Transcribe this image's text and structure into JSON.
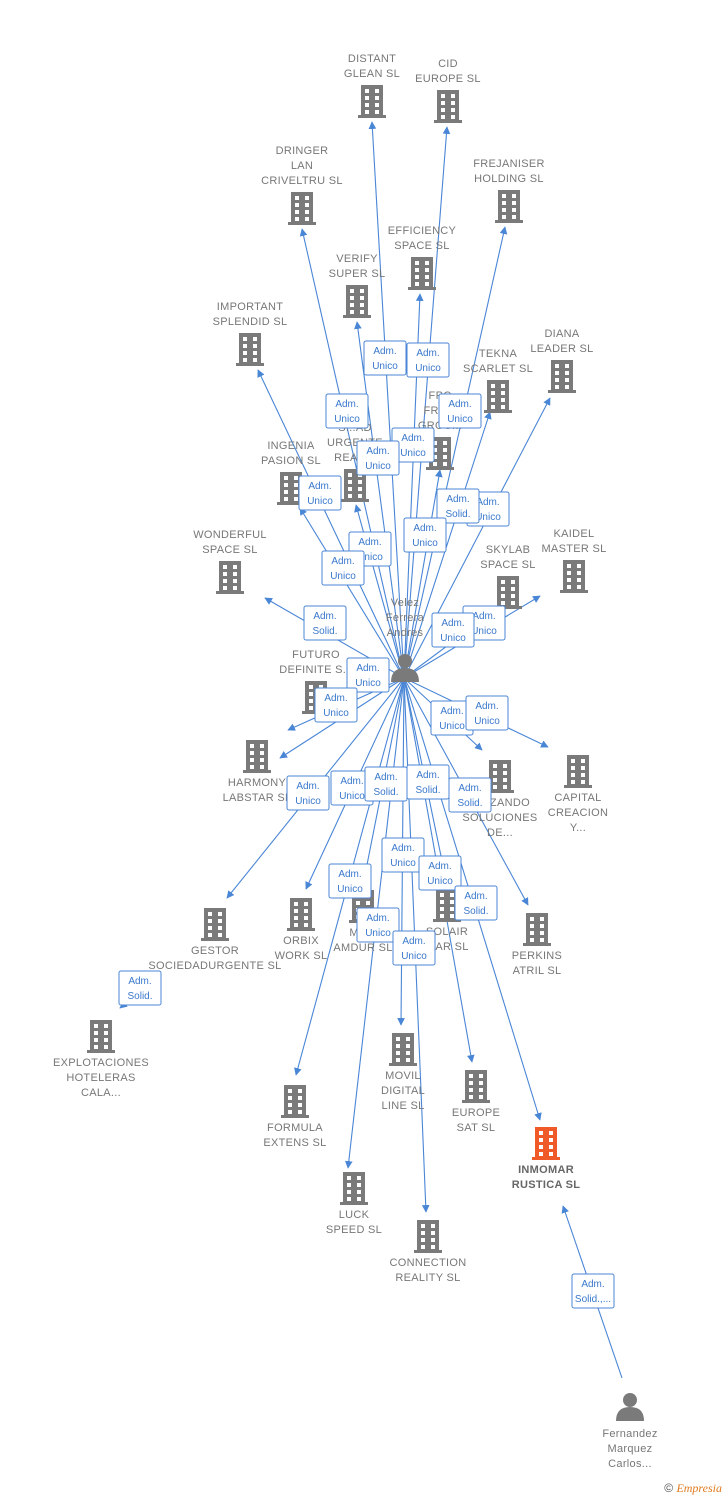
{
  "colors": {
    "edge": "#4a86d6",
    "building": "#7a7a7a",
    "focus_building": "#f05a28",
    "person": "#7a7a7a"
  },
  "footer": {
    "copyright": "©",
    "brand": "Empresia"
  },
  "persons": [
    {
      "id": "velez",
      "label": [
        "Velez",
        "Ferrera",
        "Andres"
      ]
    },
    {
      "id": "fernandez",
      "label": [
        "Fernandez",
        "Marquez",
        "Carlos..."
      ]
    }
  ],
  "companies": [
    {
      "id": "distant",
      "label": [
        "DISTANT",
        "GLEAN SL"
      ]
    },
    {
      "id": "cid",
      "label": [
        "CID",
        "EUROPE SL"
      ]
    },
    {
      "id": "dringer",
      "label": [
        "DRINGER",
        "LAN",
        "CRIVELTRU SL"
      ]
    },
    {
      "id": "frejaniser",
      "label": [
        "FREJANISER",
        "HOLDING SL"
      ]
    },
    {
      "id": "efficiency",
      "label": [
        "EFFICIENCY",
        "SPACE SL"
      ]
    },
    {
      "id": "verify",
      "label": [
        "VERIFY",
        "SUPER SL"
      ]
    },
    {
      "id": "important",
      "label": [
        "IMPORTANT",
        "SPLENDID SL"
      ]
    },
    {
      "id": "diana",
      "label": [
        "DIANA",
        "LEADER SL"
      ]
    },
    {
      "id": "tekna",
      "label": [
        "TEKNA",
        "SCARLET SL"
      ]
    },
    {
      "id": "fpc",
      "label": [
        "FPC",
        "FRE...",
        "GROU..."
      ]
    },
    {
      "id": "sad",
      "label": [
        "S...AD",
        "URGENTE",
        "READ..."
      ]
    },
    {
      "id": "ingenia",
      "label": [
        "INGENIA",
        "PASION SL"
      ]
    },
    {
      "id": "wonderful",
      "label": [
        "WONDERFUL",
        "SPACE SL"
      ]
    },
    {
      "id": "kaidel",
      "label": [
        "KAIDEL",
        "MASTER SL"
      ]
    },
    {
      "id": "skylab",
      "label": [
        "SKYLAB",
        "SPACE SL"
      ]
    },
    {
      "id": "futuro",
      "label": [
        "FUTURO",
        "DEFINITE S..."
      ]
    },
    {
      "id": "harmony",
      "label": [
        "HARMONY",
        "LABSTAR SL"
      ]
    },
    {
      "id": "lizando",
      "label": [
        "...LIZANDO",
        "SOLUCIONES",
        "DE..."
      ]
    },
    {
      "id": "capital",
      "label": [
        "CAPITAL",
        "CREACION",
        "Y..."
      ]
    },
    {
      "id": "gestor",
      "label": [
        "GESTOR",
        "SOCIEDADURGENTE SL"
      ]
    },
    {
      "id": "orbix",
      "label": [
        "ORBIX",
        "WORK SL"
      ]
    },
    {
      "id": "mar",
      "label": [
        "MA...",
        "AMDUR SL"
      ]
    },
    {
      "id": "solair",
      "label": [
        "SOLAIR",
        "...AR SL"
      ]
    },
    {
      "id": "perkins",
      "label": [
        "PERKINS",
        "ATRIL SL"
      ]
    },
    {
      "id": "explotaciones",
      "label": [
        "EXPLOTACIONES",
        "HOTELERAS",
        "CALA..."
      ]
    },
    {
      "id": "movil",
      "label": [
        "MOVIL",
        "DIGITAL",
        "LINE SL"
      ]
    },
    {
      "id": "europesat",
      "label": [
        "EUROPE",
        "SAT SL"
      ]
    },
    {
      "id": "formula",
      "label": [
        "FORMULA",
        "EXTENS SL"
      ]
    },
    {
      "id": "inmomar",
      "label": [
        "INMOMAR",
        "RUSTICA SL"
      ],
      "focus": true
    },
    {
      "id": "luck",
      "label": [
        "LUCK",
        "SPEED SL"
      ]
    },
    {
      "id": "connection",
      "label": [
        "CONNECTION",
        "REALITY SL"
      ]
    }
  ],
  "edges": [
    {
      "to": "distant",
      "label": [
        "Adm.",
        "Unico"
      ]
    },
    {
      "to": "cid",
      "label": [
        "Adm.",
        "Unico"
      ]
    },
    {
      "to": "dringer",
      "label": [
        "Adm.",
        "Unico"
      ]
    },
    {
      "to": "frejaniser",
      "label": [
        "Adm.",
        "Unico"
      ]
    },
    {
      "to": "efficiency",
      "label": [
        "Adm.",
        "Unico"
      ]
    },
    {
      "to": "verify",
      "label": [
        "Adm.",
        "Unico"
      ]
    },
    {
      "to": "important",
      "label": [
        "Adm.",
        "Unico"
      ]
    },
    {
      "to": "diana",
      "label": [
        "Adm.",
        "Unico"
      ]
    },
    {
      "to": "tekna",
      "label": [
        "Adm.",
        "Solid."
      ]
    },
    {
      "to": "fpc",
      "label": [
        "Adm.",
        "Unico"
      ]
    },
    {
      "to": "sad",
      "label": [
        "Adm.",
        "Unico"
      ]
    },
    {
      "to": "ingenia",
      "label": [
        "Adm.",
        "Unico"
      ]
    },
    {
      "to": "wonderful",
      "label": [
        "Adm.",
        "Solid."
      ]
    },
    {
      "to": "kaidel",
      "label": [
        "Adm.",
        "Unico"
      ]
    },
    {
      "to": "skylab",
      "label": [
        "Adm.",
        "Unico"
      ]
    },
    {
      "to": "futuro",
      "label": [
        "Adm.",
        "Unico"
      ]
    },
    {
      "to": "harmony",
      "label": [
        "Adm.",
        "Unico"
      ]
    },
    {
      "to": "lizando",
      "label": [
        "Adm.",
        "Unico"
      ]
    },
    {
      "to": "capital",
      "label": [
        "Adm.",
        "Unico"
      ]
    },
    {
      "to": "gestor",
      "label": [
        "Adm.",
        "Unico"
      ]
    },
    {
      "to": "orbix",
      "label": [
        "Adm.",
        "Unico"
      ]
    },
    {
      "to": "mar",
      "label": [
        "Adm.",
        "Solid."
      ]
    },
    {
      "to": "solair",
      "label": [
        "Adm.",
        "Solid."
      ]
    },
    {
      "to": "perkins",
      "label": [
        "Adm.",
        "Solid."
      ]
    },
    {
      "to": "movil",
      "label": [
        "Adm.",
        "Unico"
      ]
    },
    {
      "to": "europesat",
      "label": [
        "Adm.",
        "Unico"
      ]
    },
    {
      "to": "formula",
      "label": [
        "Adm.",
        "Unico"
      ]
    },
    {
      "to": "inmomar",
      "label": [
        "Adm.",
        "Solid."
      ]
    },
    {
      "to": "luck",
      "label": [
        "Adm.",
        "Unico"
      ]
    },
    {
      "to": "connection",
      "label": [
        "Adm.",
        "Unico"
      ]
    },
    {
      "from": "fernandez",
      "to": "inmomar",
      "label": [
        "Adm.",
        "Solid.,..."
      ]
    },
    {
      "from": "gestor_link",
      "to": "explotaciones",
      "label": [
        "Adm.",
        "Solid."
      ]
    }
  ]
}
